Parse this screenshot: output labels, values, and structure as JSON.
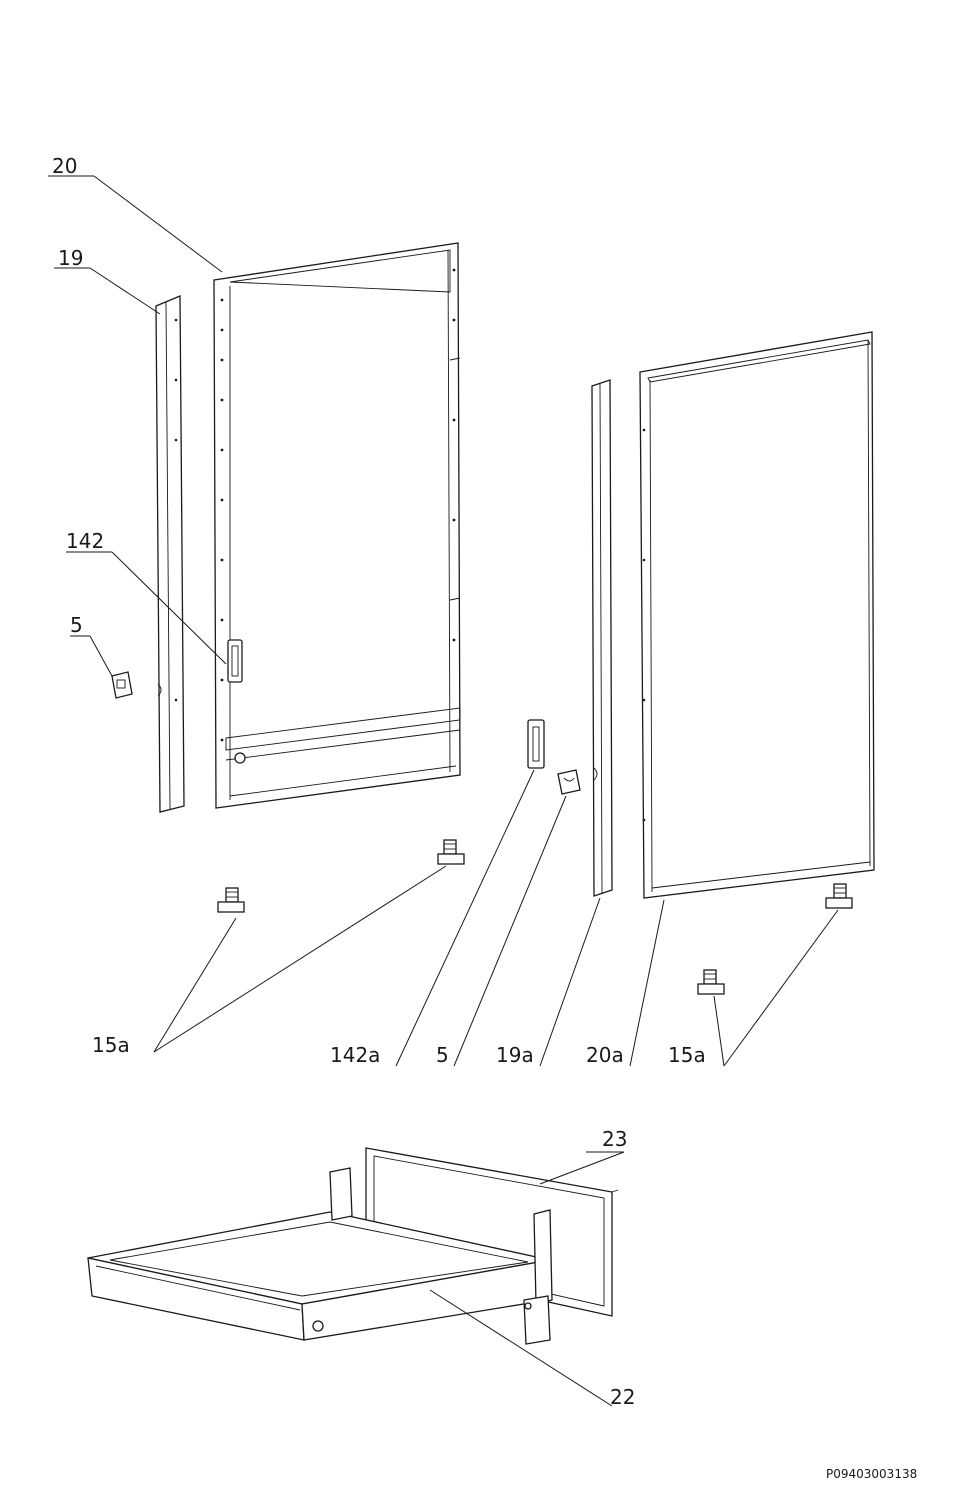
{
  "labels": {
    "p20": "20",
    "p19": "19",
    "p142": "142",
    "p5_left": "5",
    "p15a_left": "15a",
    "p142a": "142a",
    "p5_mid": "5",
    "p19a": "19a",
    "p20a": "20a",
    "p15a_right": "15a",
    "p23": "23",
    "p22": "22"
  },
  "drawing_code": "P09403003138"
}
